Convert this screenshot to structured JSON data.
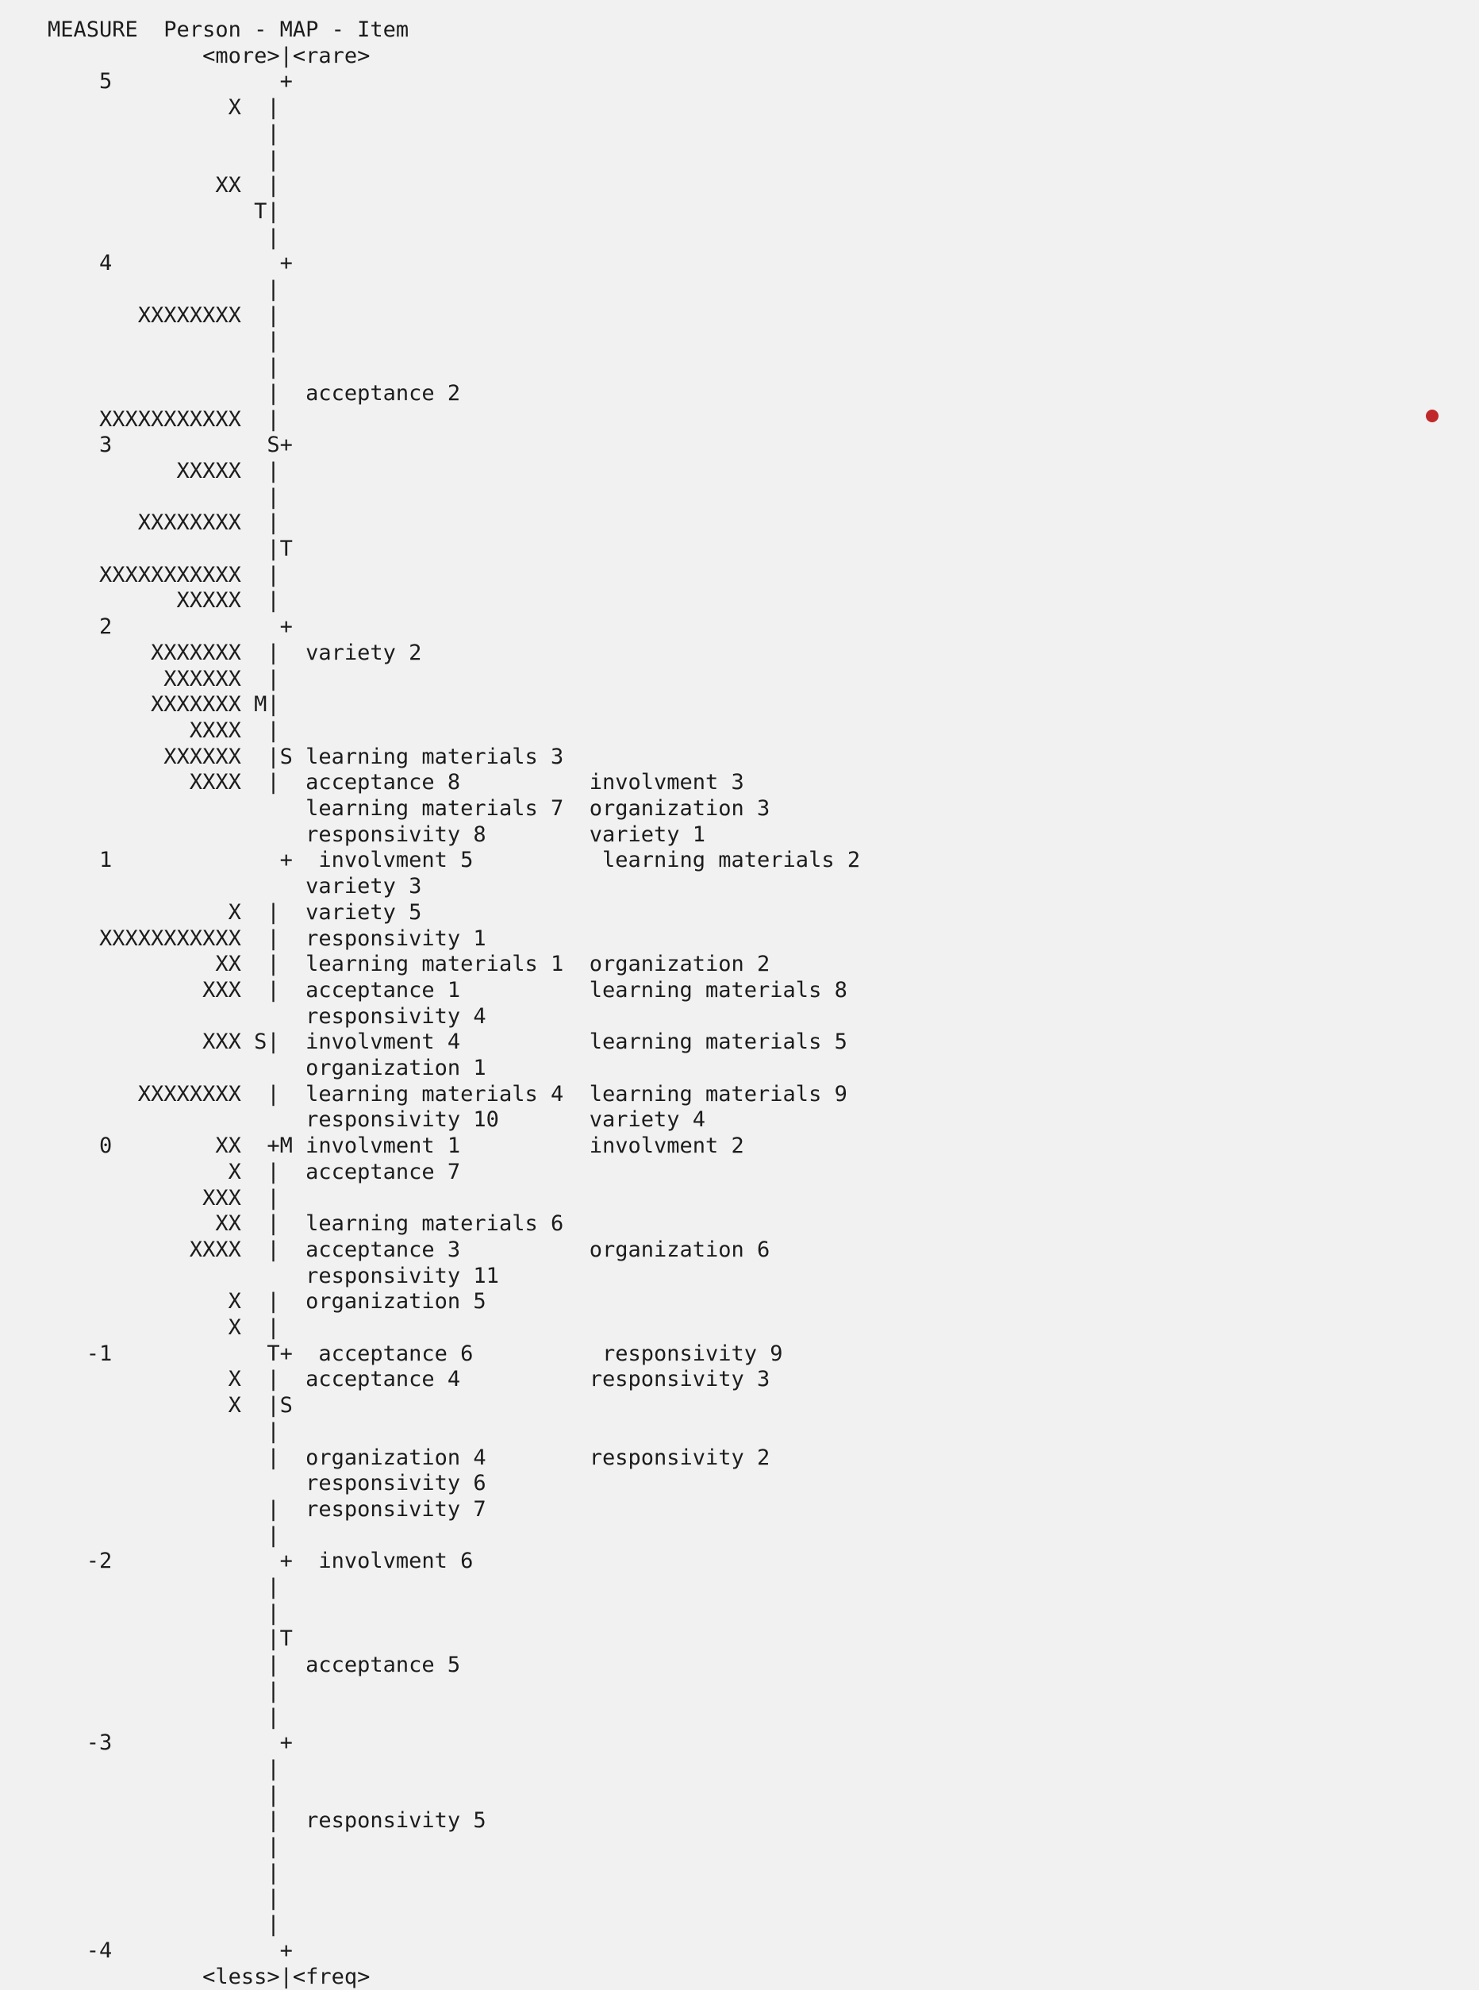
{
  "wright_map": {
    "title": "MEASURE  Person - MAP - Item",
    "lines": [
      "MEASURE  Person - MAP - Item",
      "            <more>|<rare>",
      "    5             +",
      "              X  |",
      "                 |",
      "                 |",
      "             XX  |",
      "                T|",
      "                 |",
      "    4             +",
      "                 |",
      "       XXXXXXXX  |",
      "                 |",
      "                 |",
      "                 |  acceptance 2",
      "    XXXXXXXXXXX  |",
      "    3            S+",
      "          XXXXX  |",
      "                 |",
      "       XXXXXXXX  |",
      "                 |T",
      "    XXXXXXXXXXX  |",
      "          XXXXX  |",
      "    2             +",
      "        XXXXXXX  |  variety 2",
      "         XXXXXX  |",
      "        XXXXXXX M|",
      "           XXXX  |",
      "         XXXXXX  |S learning materials 3",
      "           XXXX  |  acceptance 8          involvment 3",
      "                    learning materials 7  organization 3",
      "                    responsivity 8        variety 1",
      "    1             +  involvment 5          learning materials 2",
      "                    variety 3",
      "              X  |  variety 5",
      "    XXXXXXXXXXX  |  responsivity 1",
      "             XX  |  learning materials 1  organization 2",
      "            XXX  |  acceptance 1          learning materials 8",
      "                    responsivity 4",
      "            XXX S|  involvment 4          learning materials 5",
      "                    organization 1",
      "       XXXXXXXX  |  learning materials 4  learning materials 9",
      "                    responsivity 10       variety 4",
      "    0        XX  +M involvment 1          involvment 2",
      "              X  |  acceptance 7",
      "            XXX  |",
      "             XX  |  learning materials 6",
      "           XXXX  |  acceptance 3          organization 6",
      "                    responsivity 11",
      "              X  |  organization 5",
      "              X  |",
      "   -1            T+  acceptance 6          responsivity 9",
      "              X  |  acceptance 4          responsivity 3",
      "              X  |S",
      "                 |",
      "                 |  organization 4        responsivity 2",
      "                    responsivity 6",
      "                 |  responsivity 7",
      "                 |",
      "   -2             +  involvment 6",
      "                 |",
      "                 |",
      "                 |T",
      "                 |  acceptance 5",
      "                 |",
      "                 |",
      "   -3             +",
      "                 |",
      "                 |",
      "                 |  responsivity 5",
      "                 |",
      "                 |",
      "                 |",
      "                 |",
      "   -4             +",
      "            <less>|<freq>"
    ]
  },
  "colors": {
    "background": "#f1f1f1",
    "text": "#1c1c1c",
    "dot": "#c0292b"
  }
}
